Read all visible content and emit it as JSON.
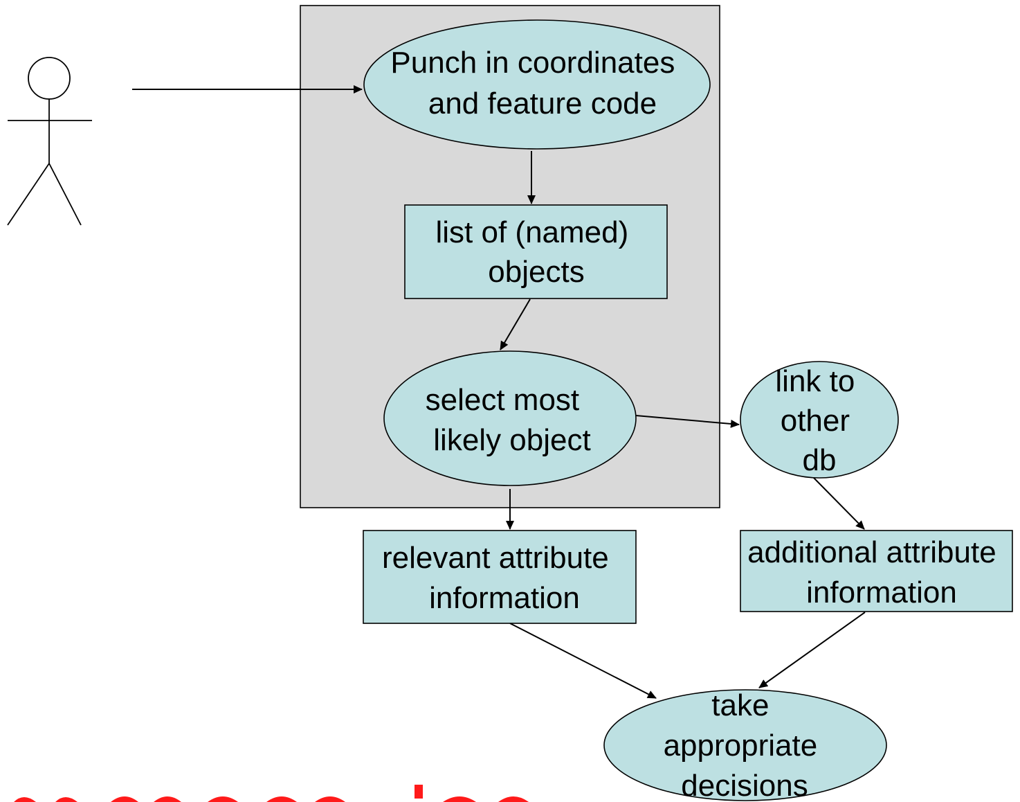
{
  "colors": {
    "node_fill": "#bde0e2",
    "system_boundary_fill": "#d9d9d9",
    "stroke": "#000000",
    "partial_text": "#ff1a1a"
  },
  "actor": {
    "icon": "stick-figure-actor-icon"
  },
  "nodes": {
    "punch_in": {
      "shape": "ellipse",
      "lines": [
        "Punch in coordinates",
        "and feature code"
      ]
    },
    "list_objects": {
      "shape": "rectangle",
      "lines": [
        "list of (named)",
        "objects"
      ]
    },
    "select_object": {
      "shape": "ellipse",
      "lines": [
        "select most",
        "likely object"
      ]
    },
    "link_db": {
      "shape": "ellipse",
      "lines": [
        "link to",
        "other",
        "db"
      ]
    },
    "relevant_info": {
      "shape": "rectangle",
      "lines": [
        "relevant attribute",
        "information"
      ]
    },
    "additional_info": {
      "shape": "rectangle",
      "lines": [
        "additional attribute",
        "information"
      ]
    },
    "take_decisions": {
      "shape": "ellipse",
      "lines": [
        "take",
        "appropriate",
        "decisions"
      ]
    }
  },
  "edges": [
    {
      "from": "actor",
      "to": "punch_in"
    },
    {
      "from": "punch_in",
      "to": "list_objects"
    },
    {
      "from": "list_objects",
      "to": "select_object"
    },
    {
      "from": "select_object",
      "to": "link_db"
    },
    {
      "from": "select_object",
      "to": "relevant_info"
    },
    {
      "from": "link_db",
      "to": "additional_info"
    },
    {
      "from": "relevant_info",
      "to": "take_decisions"
    },
    {
      "from": "additional_info",
      "to": "take_decisions"
    }
  ]
}
